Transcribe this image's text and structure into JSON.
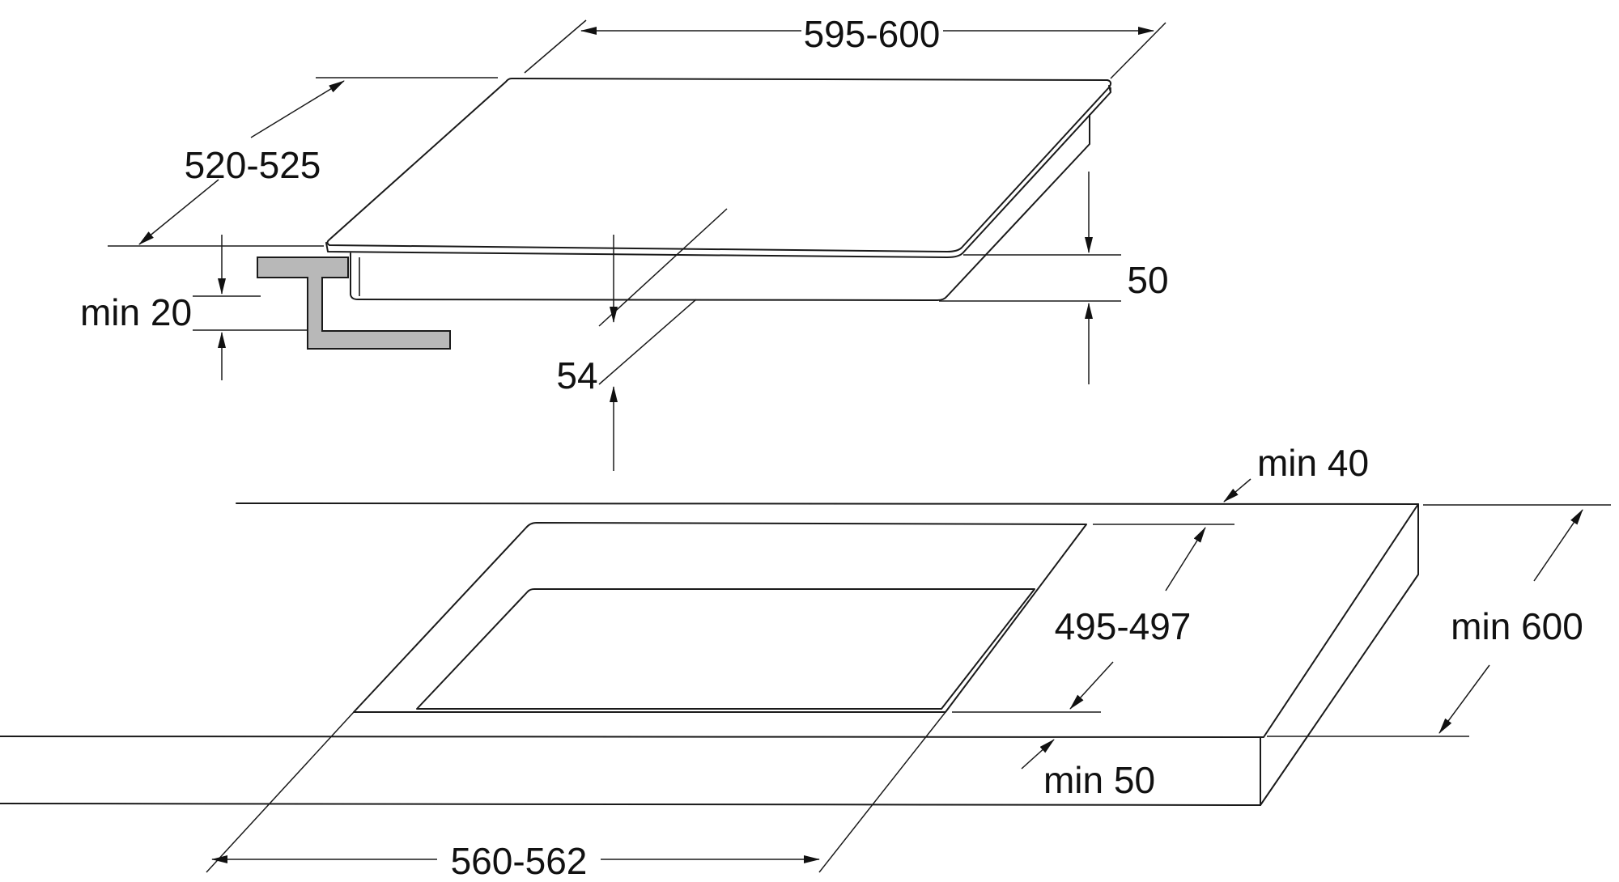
{
  "colors": {
    "line": "#1a1a1a",
    "bracket_fill": "#b8b8b8",
    "background": "#ffffff"
  },
  "labels": {
    "hob_width": "595-600",
    "hob_depth": "520-525",
    "hob_height": "50",
    "hob_body_depth": "54",
    "worktop_min_thickness": "min 20",
    "cutout_rear_gap": "min 40",
    "cutout_depth": "495-497",
    "worktop_min_depth": "min 600",
    "cutout_front_gap": "min 50",
    "cutout_width": "560-562"
  }
}
